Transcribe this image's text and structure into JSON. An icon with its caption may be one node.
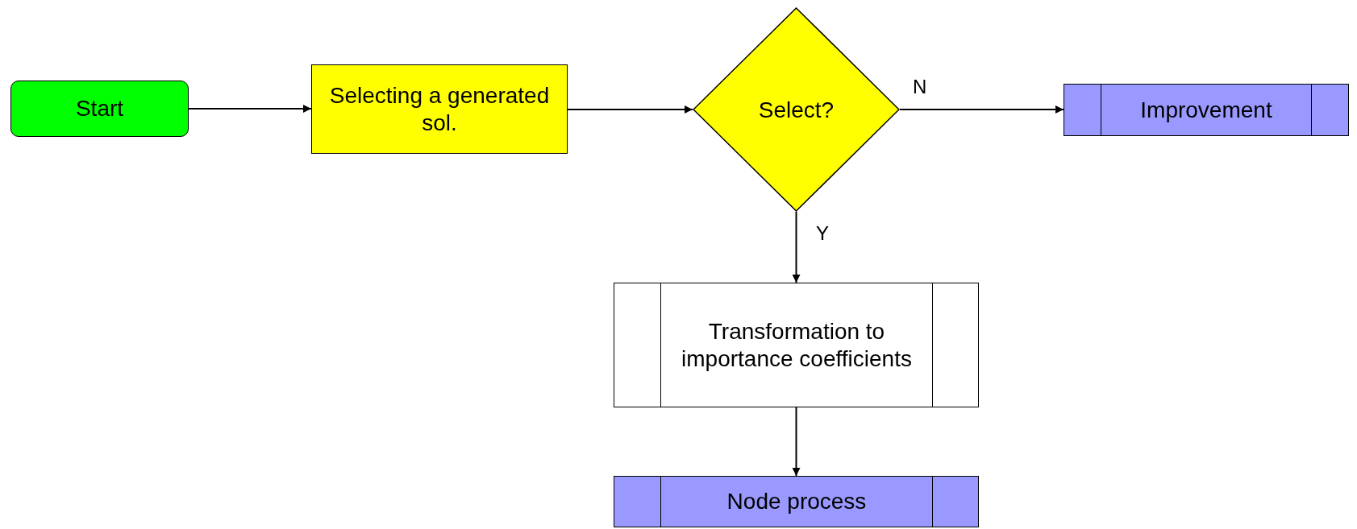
{
  "diagram": {
    "nodes": [
      {
        "text": [
          "Start"
        ]
      },
      {
        "text": [
          "Selecting a generated sol."
        ]
      },
      {
        "text": [
          "Select?"
        ]
      },
      {
        "text": [
          "Improvement"
        ]
      },
      {
        "text": [
          "Transformation to importance coefficients"
        ]
      },
      {
        "text": [
          "Node process"
        ]
      }
    ],
    "edges": [
      {
        "from": 0,
        "to": 1,
        "arrow": "to"
      },
      {
        "from": 1,
        "to": 2,
        "arrow": "to"
      },
      {
        "from": 2,
        "to": 3,
        "arrow": "to",
        "label": "N"
      },
      {
        "from": 2,
        "to": 4,
        "arrow": "to",
        "label": "Y"
      },
      {
        "from": 4,
        "to": 5,
        "arrow": "to"
      }
    ]
  }
}
